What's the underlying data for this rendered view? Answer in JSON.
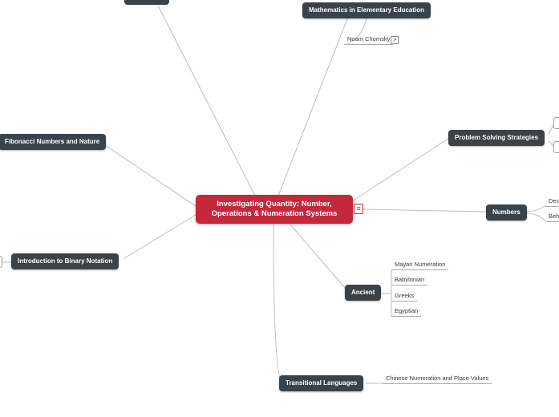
{
  "colors": {
    "central_bg": "#c5283a",
    "topic_bg": "#3a424a",
    "connector": "#bdbdbd",
    "child_text": "#3a3a3a",
    "underline": "#aaaaaa",
    "canvas_bg": "#ffffff"
  },
  "central": {
    "line1": "Investigating Quantity: Number,",
    "line2": "Operations & Numeration Systems"
  },
  "topics": {
    "cutoff_top": "",
    "mathematics": "Mathematics in Elementary Education",
    "problem_solving": "Problem Solving Strategies",
    "numbers": "Numbers",
    "ancient": "Ancient",
    "transitional": "Transitional Languages",
    "fibonacci": "Fibonacci Numbers and Nature",
    "binary": "Introduction to Binary Notation"
  },
  "children": {
    "noam_chomsky": "Noam Chomsky",
    "numbers_1": "Decim",
    "numbers_2": "Behav",
    "ancient_1": "Mayan Numeration",
    "ancient_2": "Babylonian",
    "ancient_3": "Greeks",
    "ancient_4": "Egyptian",
    "chinese": "Chinese Numeration and Place Values"
  },
  "icons": {
    "notes": "≡",
    "external_link": "↗"
  }
}
